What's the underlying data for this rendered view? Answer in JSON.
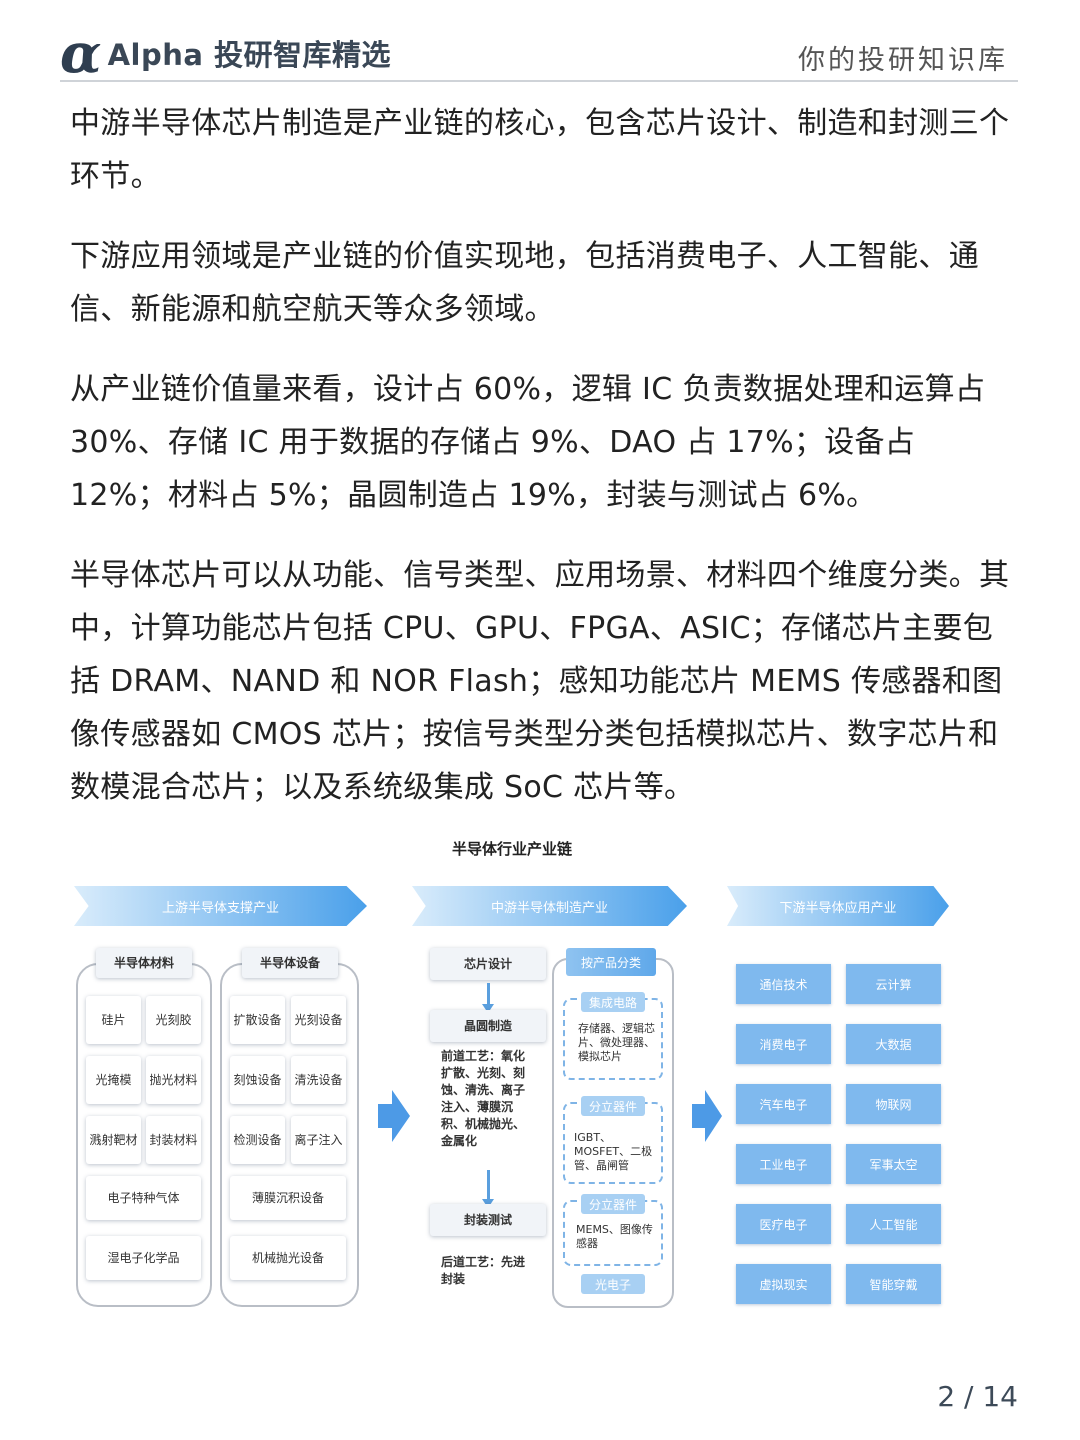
{
  "header": {
    "brand": "Alpha 投研智库精选",
    "tagline": "你的投研知识库"
  },
  "paragraphs": [
    "中游半导体芯片制造是产业链的核心，包含芯片设计、制造和封测三个环节。",
    "下游应用领域是产业链的价值实现地，包括消费电子、人工智能、通信、新能源和航空航天等众多领域。",
    "从产业链价值量来看，设计占 60%，逻辑 IC 负责数据处理和运算占 30%、存储 IC 用于数据的存储占 9%、DAO 占 17%；设备占 12%；材料占 5%；晶圆制造占 19%，封装与测试占 6%。",
    "半导体芯片可以从功能、信号类型、应用场景、材料四个维度分类。其中，计算功能芯片包括 CPU、GPU、FPGA、ASIC；存储芯片主要包括 DRAM、NAND 和 NOR Flash；感知功能芯片 MEMS 传感器和图像传感器如 CMOS 芯片；按信号类型分类包括模拟芯片、数字芯片和数模混合芯片；以及系统级集成 SoC 芯片等。"
  ],
  "figure": {
    "title": "半导体行业产业链",
    "upstream": {
      "title": "上游半导体支撑产业",
      "materials": {
        "title": "半导体材料",
        "items": [
          "硅片",
          "光刻胶",
          "光掩模",
          "抛光材料",
          "溅射靶材",
          "封装材料",
          "电子特种气体",
          "湿电子化学品"
        ]
      },
      "equipment": {
        "title": "半导体设备",
        "items": [
          "扩散设备",
          "光刻设备",
          "刻蚀设备",
          "清洗设备",
          "检测设备",
          "离子注入",
          "薄膜沉积设备",
          "机械抛光设备"
        ]
      }
    },
    "midstream": {
      "title": "中游半导体制造产业",
      "design": "芯片设计",
      "wafer": "晶圆制造",
      "front_process": "前道工艺：氧化扩散、光刻、刻蚀、清洗、离子注入、薄膜沉积、机械抛光、金属化",
      "packaging": "封装测试",
      "back_process": "后道工艺：先进封装",
      "by_product": "按产品分类",
      "ic": "集成电路",
      "ic_desc": "存储器、逻辑芯片、微处理器、模拟芯片",
      "discrete": "分立器件",
      "discrete_desc": "IGBT、MOSFET、二极管、晶闸管",
      "sensor": "分立器件",
      "sensor_desc": "MEMS、图像传感器",
      "opto": "光电子"
    },
    "downstream": {
      "title": "下游半导体应用产业",
      "items": [
        "通信技术",
        "云计算",
        "消费电子",
        "大数据",
        "汽车电子",
        "物联网",
        "工业电子",
        "军事太空",
        "医疗电子",
        "人工智能",
        "虚拟现实",
        "智能穿戴"
      ]
    }
  },
  "page": "2 / 14",
  "colors": {
    "accent": "#4aa0ea",
    "app_box": "#7fb9ee",
    "brand": "#2f3e50"
  }
}
